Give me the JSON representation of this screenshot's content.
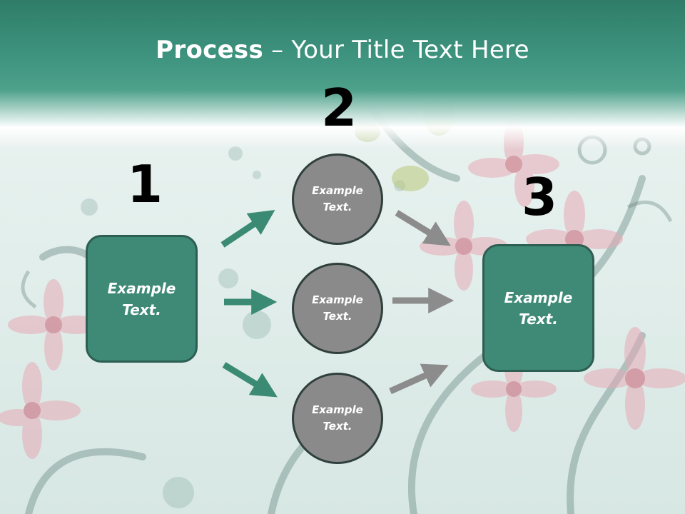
{
  "slide": {
    "title_bold": "Process",
    "title_rest": " – Your Title Text Here"
  },
  "steps": {
    "one": "1",
    "two": "2",
    "three": "3"
  },
  "left_box": {
    "text": "Example\nText."
  },
  "right_box": {
    "text": "Example\nText."
  },
  "circles": [
    {
      "text": "Example\nText."
    },
    {
      "text": "Example\nText."
    },
    {
      "text": "Example\nText."
    }
  ],
  "colors": {
    "teal": "#3f8a76",
    "teal_dark": "#2d5e52",
    "gray": "#8a8a8a",
    "arrow_teal": "#3a8a74",
    "arrow_gray": "#8c8c8c"
  }
}
